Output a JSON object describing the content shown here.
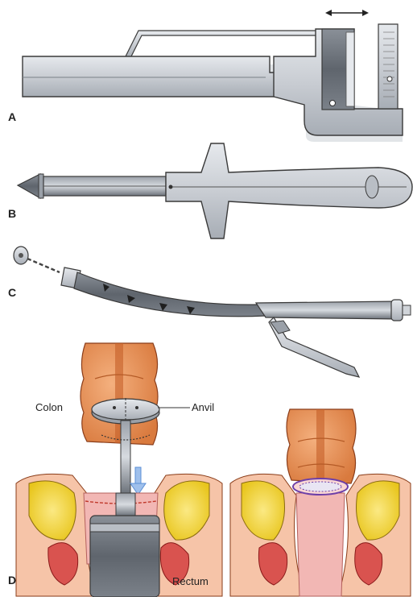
{
  "figure": {
    "panels": {
      "a": {
        "label": "A"
      },
      "b": {
        "label": "B"
      },
      "c": {
        "label": "C"
      },
      "d": {
        "label": "D"
      }
    },
    "annotations": {
      "colon": "Colon",
      "anvil": "Anvil",
      "rectum": "Rectum"
    },
    "icons": {
      "adjust_arrow": "double-headed-arrow-icon",
      "direction_arrow": "down-arrow-icon"
    },
    "colors": {
      "instrument_metal": "#c9cdd3",
      "instrument_outline": "#3a3a3a",
      "colon_tissue": "#e8935a",
      "rectum_tissue": "#f2b7b4",
      "fat": "#f3dc3c",
      "arrow_blue": "#5b8fd6"
    }
  }
}
